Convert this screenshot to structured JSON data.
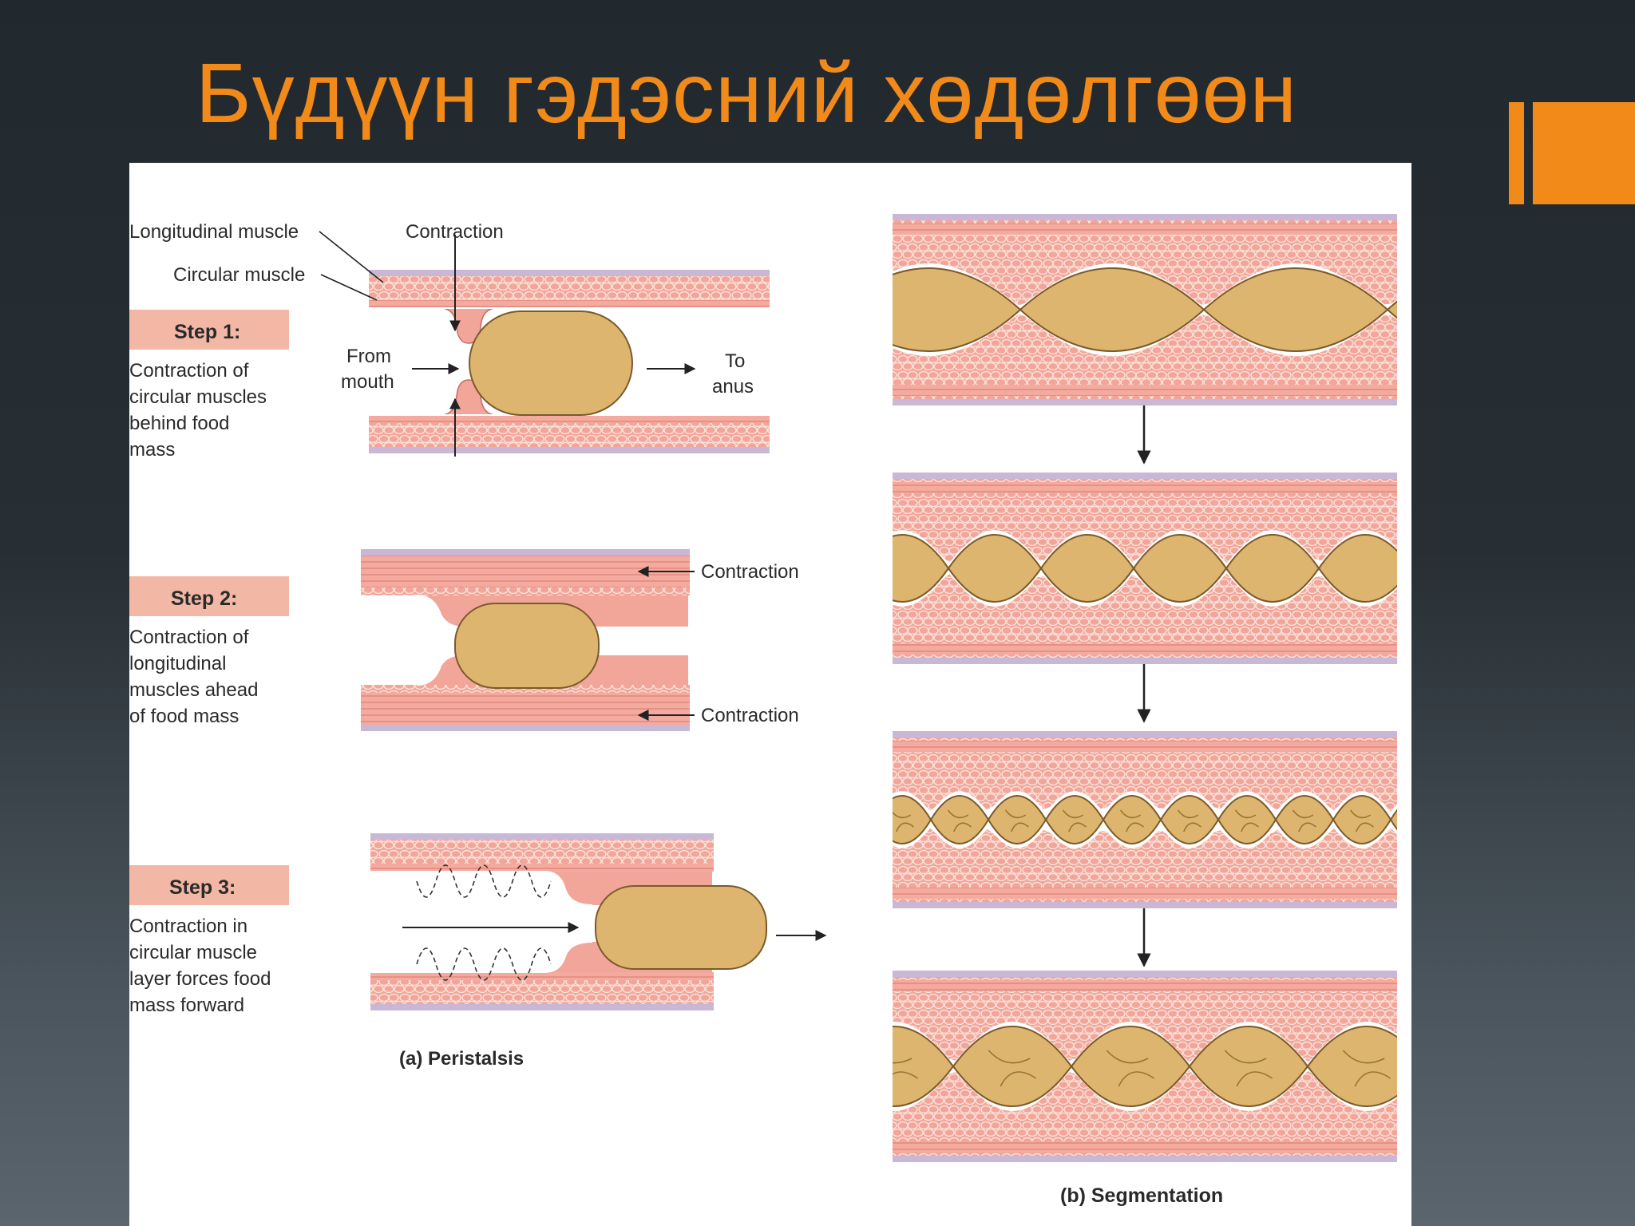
{
  "slide": {
    "title": "Бүдүүн гэдэсний хөдөлгөөн"
  },
  "colors": {
    "background": "#262e33",
    "accent": "#f28a1a",
    "tissue": "#f2a69a",
    "food": "#ddb56f",
    "serosa": "#c9b7d6"
  },
  "peristalsis": {
    "layer_labels": {
      "longitudinal": "Longitudinal muscle",
      "circular": "Circular muscle"
    },
    "step1": {
      "heading": "Step 1:",
      "desc": [
        "Contraction of",
        "circular muscles",
        "behind food",
        "mass"
      ],
      "contraction": "Contraction",
      "from": [
        "From",
        "mouth"
      ],
      "to": [
        "To",
        "anus"
      ]
    },
    "step2": {
      "heading": "Step 2:",
      "desc": [
        "Contraction of",
        "longitudinal",
        "muscles ahead",
        "of food mass"
      ],
      "contraction_top": "Contraction",
      "contraction_bottom": "Contraction"
    },
    "step3": {
      "heading": "Step 3:",
      "desc": [
        "Contraction in",
        "circular muscle",
        "layer forces food",
        "mass forward"
      ]
    },
    "caption": "(a) Peristalsis"
  },
  "segmentation": {
    "caption": "(b) Segmentation"
  }
}
